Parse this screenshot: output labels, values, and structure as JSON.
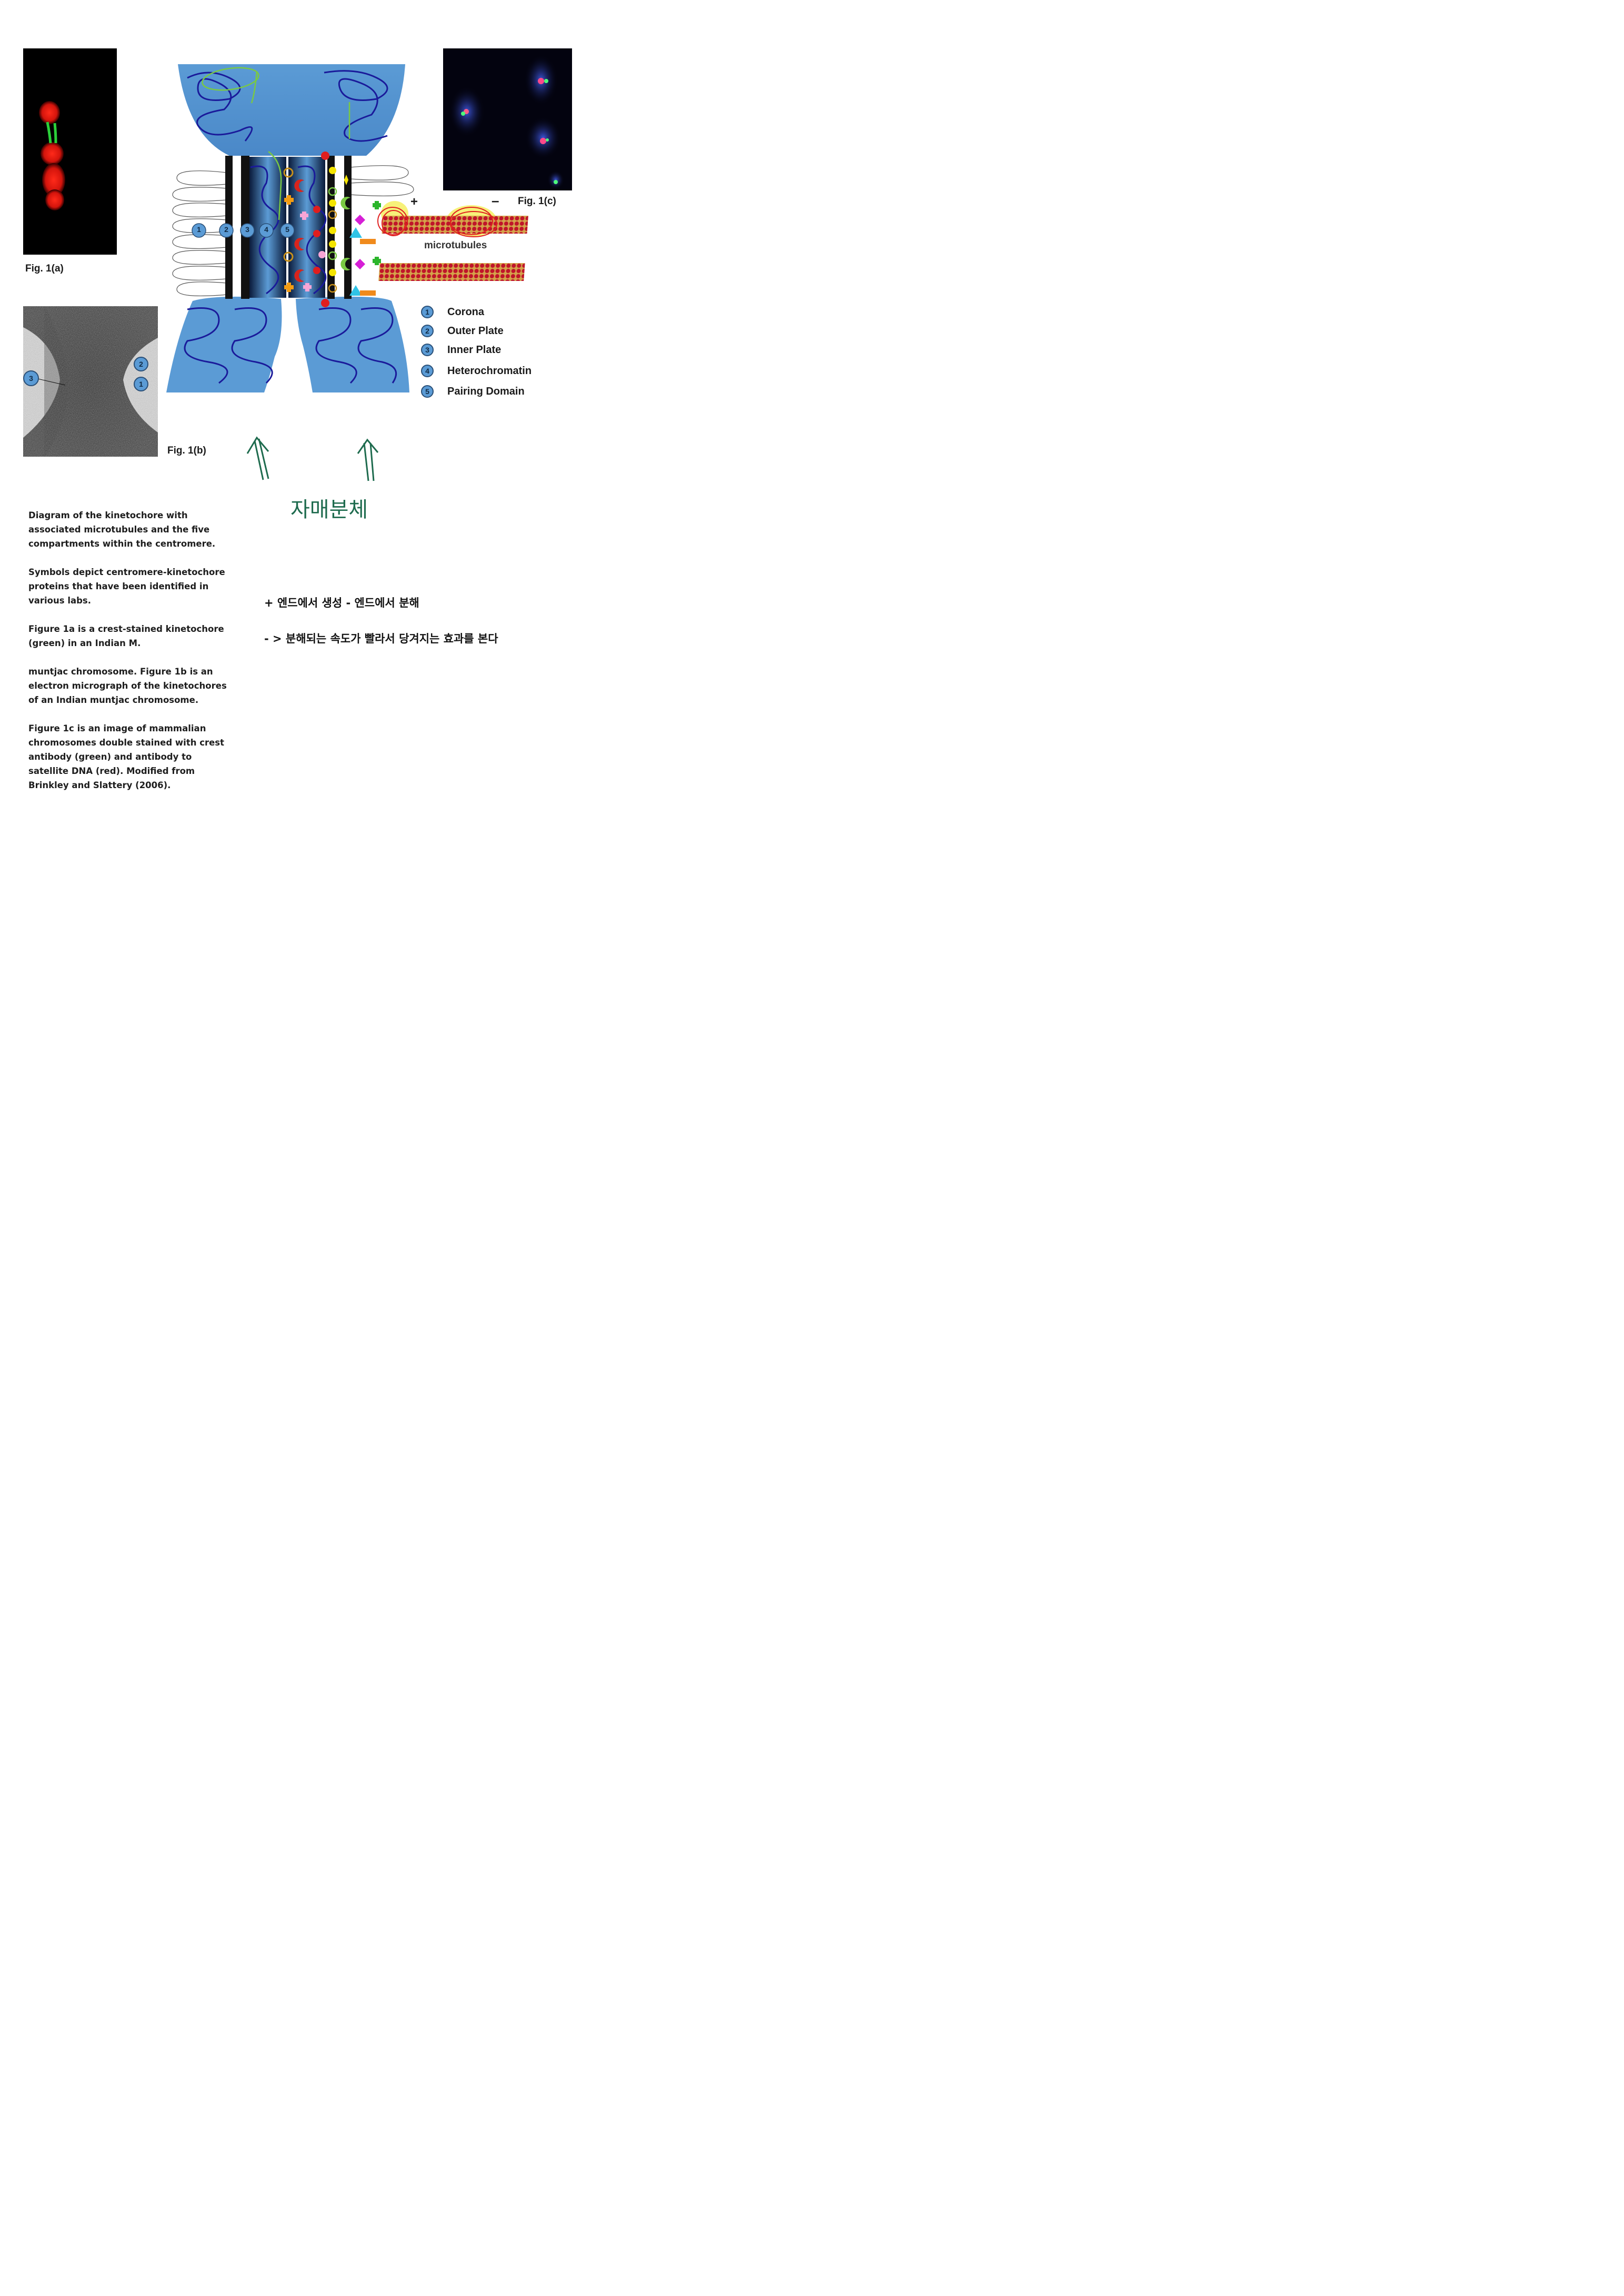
{
  "figure_labels": {
    "fig1a": "Fig. 1(a)",
    "fig1b": "Fig. 1(b)",
    "fig1c": "Fig. 1(c)"
  },
  "diagram": {
    "plus_sign": "+",
    "minus_sign": "–",
    "microtubules_label": "microtubules",
    "compartment_numbers": [
      "1",
      "2",
      "3",
      "4",
      "5"
    ]
  },
  "legend": [
    {
      "num": "1",
      "label": "Corona"
    },
    {
      "num": "2",
      "label": "Outer Plate"
    },
    {
      "num": "3",
      "label": "Inner Plate"
    },
    {
      "num": "4",
      "label": "Heterochromatin"
    },
    {
      "num": "5",
      "label": "Pairing Domain"
    }
  ],
  "fig1b_markers": [
    "2",
    "1",
    "3"
  ],
  "caption_paragraphs": [
    "Diagram of the kinetochore with associated microtubules and the five compartments within the centromere.",
    "Symbols depict centromere-kinetochore proteins that have been identified in various labs.",
    "Figure 1a is a crest-stained kinetochore (green) in an Indian M.",
    "muntjac chromosome. Figure 1b is an electron micrograph of the kinetochores of an Indian muntjac chromosome.",
    "Figure 1c is an image of mammalian chromosomes double stained with crest antibody (green) and antibody to satellite DNA (red). Modified from Brinkley and Slattery (2006)."
  ],
  "handwritten": {
    "label": "자매분체"
  },
  "notes": {
    "line1": "+ 엔드에서 생성  - 엔드에서 분해",
    "line2": "- > 분해되는 속도가 빨라서 당겨지는 효과를 본다"
  },
  "colors": {
    "chromatid_blue": "#5b9bd5",
    "dna_coil": "#1a1a9a",
    "annotation_red": "#e02020",
    "annotation_green": "#1e6b4e",
    "highlight_yellow": "#f6f06a"
  }
}
